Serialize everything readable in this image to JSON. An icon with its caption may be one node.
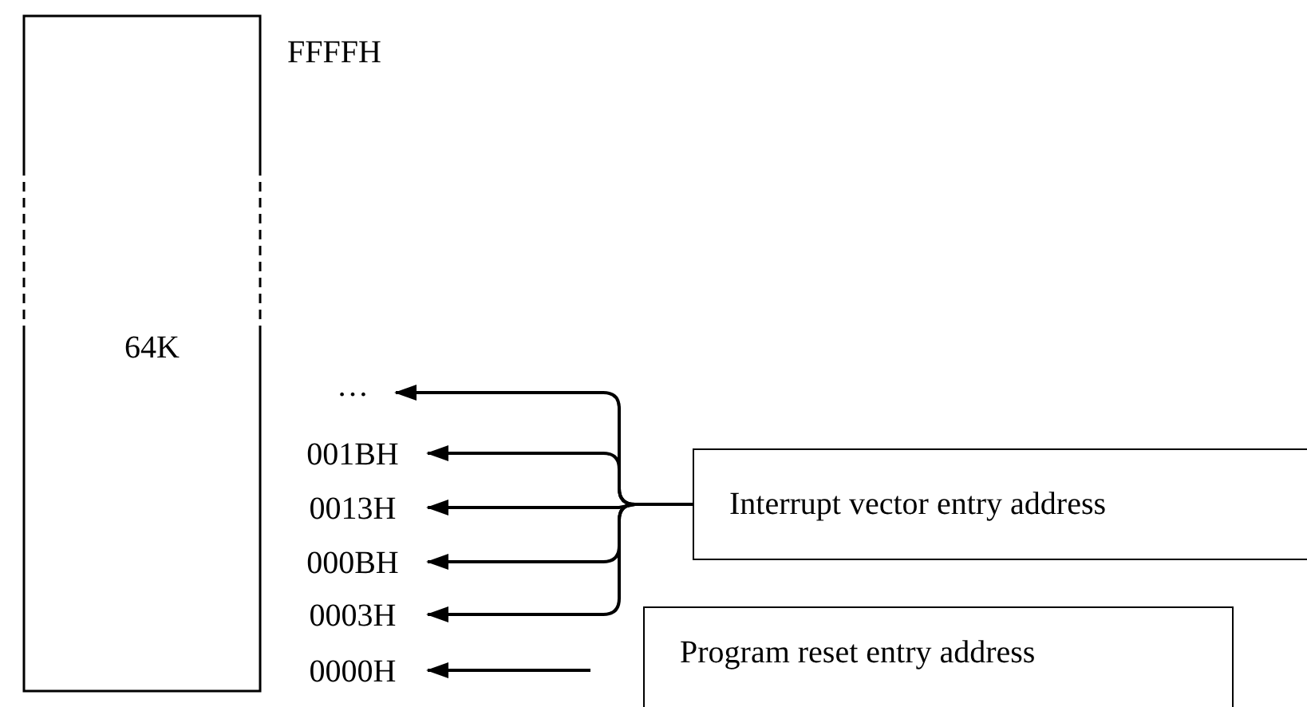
{
  "diagram": {
    "nodes": [
      {
        "text": [
          "64K"
        ],
        "beside": [
          "FFFFH"
        ]
      },
      {
        "text": [
          "…"
        ]
      },
      {
        "text": [
          "001BH"
        ]
      },
      {
        "text": [
          "0013H"
        ]
      },
      {
        "text": [
          "000BH"
        ]
      },
      {
        "text": [
          "0003H"
        ]
      },
      {
        "text": [
          "0000H"
        ]
      },
      {
        "text": [
          "Interrupt vector entry address"
        ]
      },
      {
        "text": [
          "Program reset entry address"
        ]
      }
    ],
    "edges": [
      {
        "from": 7,
        "to": 1,
        "arrow": "to"
      },
      {
        "from": 7,
        "to": 2,
        "arrow": "to"
      },
      {
        "from": 7,
        "to": 3,
        "arrow": "to"
      },
      {
        "from": 7,
        "to": 4,
        "arrow": "to"
      },
      {
        "from": 7,
        "to": 5,
        "arrow": "to"
      },
      {
        "from": null,
        "to": 6,
        "arrow": "to"
      }
    ]
  }
}
